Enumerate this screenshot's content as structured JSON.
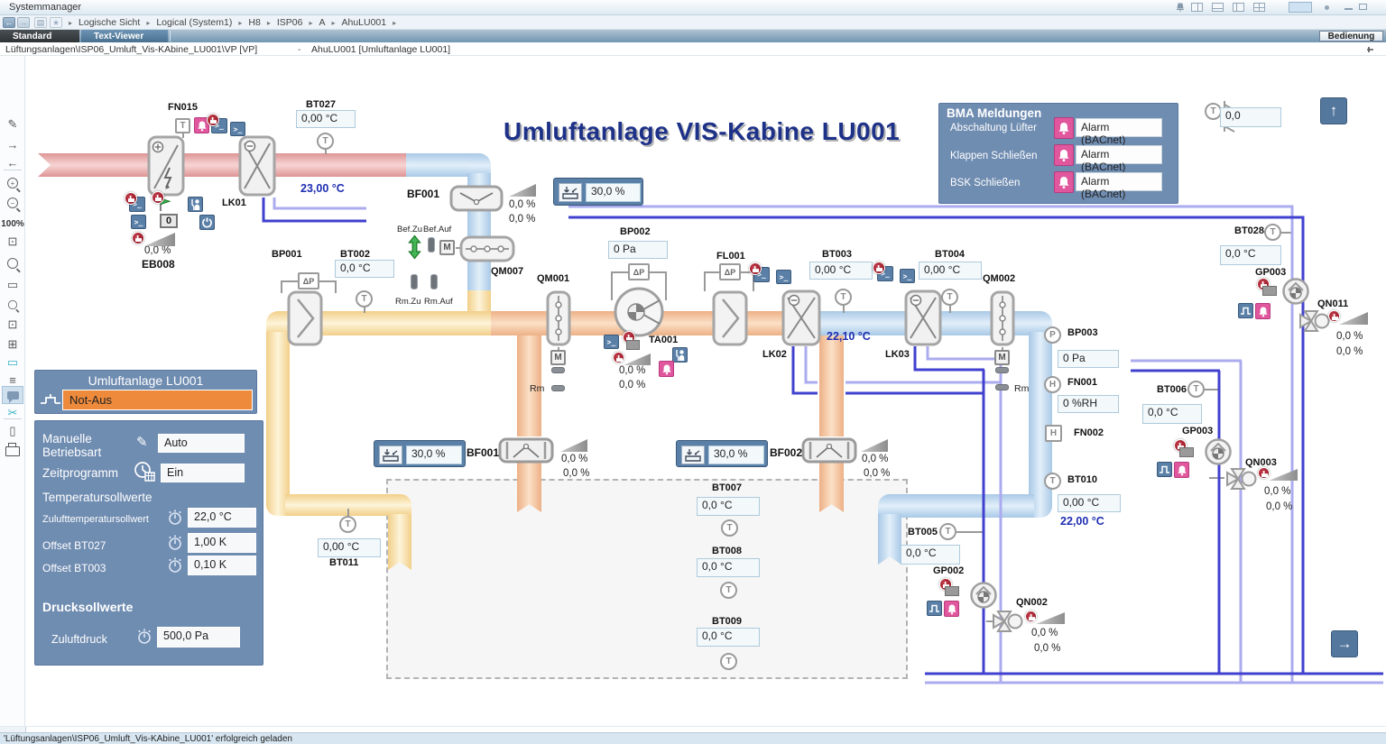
{
  "window": {
    "title": "Systemmanager",
    "bedienung": "Bedienung"
  },
  "tabs": {
    "standard": "Standard",
    "text_viewer": "Text-Viewer"
  },
  "breadcrumb": {
    "sep": "▸",
    "items": [
      "Logische Sicht",
      "Logical (System1)",
      "H8",
      "ISP06",
      "A",
      "AhuLU001"
    ]
  },
  "subheader": {
    "path": "Lüftungsanlagen\\ISP06_Umluft_Vis-KAbine_LU001\\VP [VP]",
    "sep": "-",
    "context": "AhuLU001 [Umluftanlage LU001]"
  },
  "statusbar": {
    "text": "'Lüftungsanlagen\\ISP06_Umluft_Vis-KAbine_LU001' erfolgreich geladen"
  },
  "toolbar": {
    "zoom": "100%"
  },
  "icons": {
    "pen": "✎",
    "arrow_right": "→",
    "arrow_left": "←",
    "plus": "+",
    "minus": "−",
    "center_box": "⊡",
    "lines": "≡",
    "grid": "⊞",
    "box": "▭",
    "page": "▯",
    "scissors": "✂",
    "star": "★",
    "sheet": "▤",
    "console": ">_",
    "up_arrow": "↑",
    "right_arrow": "→"
  },
  "diagram_title": "Umluftanlage VIS-Kabine LU001",
  "colors": {
    "accent_blue": "#5b80a8",
    "alarm_pink": "#e0579d",
    "notaus_orange": "#ee8a3c",
    "pipe_dark": "#4141cf",
    "pipe_light": "#ababef"
  },
  "bma": {
    "title": "BMA Meldungen",
    "rows": [
      {
        "label": "Abschaltung Lüfter",
        "value": "Alarm (BACnet)"
      },
      {
        "label": "Klappen Schließen",
        "value": "Alarm (BACnet)"
      },
      {
        "label": "BSK Schließen",
        "value": "Alarm (BACnet)"
      }
    ]
  },
  "plant_panel": {
    "title": "Umluftanlage LU001",
    "notaus": "Not-Aus"
  },
  "settings": {
    "betriebsart_label": "Manuelle Betriebsart",
    "betriebsart_value": "Auto",
    "zeit_label": "Zeitprogramm",
    "zeit_value": "Ein",
    "temp_heading": "Temperatursollwerte",
    "rows": [
      {
        "label": "Zulufttemperatursollwert",
        "value": "22,0 °C"
      },
      {
        "label": "Offset BT027",
        "value": "1,00 K"
      },
      {
        "label": "Offset BT003",
        "value": "0,10 K"
      }
    ],
    "druck_heading": "Drucksollwerte",
    "druck_label": "Zuluftdruck",
    "druck_value": "500,0 Pa"
  },
  "outdoor": {
    "value": "0,0"
  },
  "sp_top": "30,0 %",
  "letters": {
    "t": "T",
    "p": "P",
    "h": "H",
    "m": "M",
    "dp": "ΔP",
    "zero": "0"
  },
  "devices": {
    "fn015": {
      "label": "FN015"
    },
    "eb008": {
      "label": "EB008",
      "pct": "0,0 %"
    },
    "lk01": {
      "label": "LK01"
    },
    "bt027": {
      "label": "BT027",
      "value": "0,00 °C"
    },
    "temp_after_heater": "23,00 °C",
    "bf001_top": {
      "label": "BF001",
      "pct1": "0,0 %",
      "pct2": "0,0 %"
    },
    "qm007": {
      "label": "QM007",
      "bef_zu": "Bef.Zu",
      "bef_auf": "Bef.Auf",
      "rm_zu": "Rm.Zu",
      "rm_auf": "Rm.Auf"
    },
    "bp001": {
      "label": "BP001"
    },
    "bt002": {
      "label": "BT002",
      "value": "0,0 °C"
    },
    "bp002": {
      "label": "BP002",
      "value": "0 Pa"
    },
    "qm001": {
      "label": "QM001",
      "rm": "Rm"
    },
    "ta001": {
      "label": "TA001",
      "pct1": "0,0 %",
      "pct2": "0,0 %"
    },
    "fl001": {
      "label": "FL001"
    },
    "lk02": {
      "label": "LK02"
    },
    "bt003": {
      "label": "BT003",
      "value": "0,00 °C"
    },
    "temp_after_lk02": "22,10 °C",
    "bt004": {
      "label": "BT004",
      "value": "0,00 °C"
    },
    "lk03": {
      "label": "LK03"
    },
    "qm002": {
      "label": "QM002",
      "rm": "Rm"
    },
    "bt028": {
      "label": "BT028",
      "value": "0,0 °C"
    },
    "gp003a": {
      "label": "GP003"
    },
    "qn011": {
      "label": "QN011",
      "pct1": "0,0 %",
      "pct2": "0,0 %"
    },
    "bp003": {
      "label": "BP003",
      "value": "0 Pa"
    },
    "fn001": {
      "label": "FN001",
      "value": "0 %RH"
    },
    "fn002": {
      "label": "FN002"
    },
    "bt010": {
      "label": "BT010",
      "value": "0,00 °C"
    },
    "temp_extract": "22,00 °C",
    "bt006": {
      "label": "BT006",
      "value": "0,0 °C"
    },
    "gp003b": {
      "label": "GP003"
    },
    "qn003": {
      "label": "QN003",
      "pct1": "0,0 %",
      "pct2": "0,0 %"
    },
    "bt005": {
      "label": "BT005",
      "value": "0,0 °C"
    },
    "gp002": {
      "label": "GP002"
    },
    "qn002": {
      "label": "QN002",
      "pct1": "0,0 %",
      "pct2": "0,0 %"
    },
    "bf001b": {
      "label": "BF001",
      "sp": "30,0 %",
      "pct1": "0,0 %",
      "pct2": "0,0 %"
    },
    "bf002": {
      "label": "BF002",
      "sp": "30,0 %",
      "pct1": "0,0 %",
      "pct2": "0,0 %"
    },
    "bt007": {
      "label": "BT007",
      "value": "0,0 °C"
    },
    "bt008": {
      "label": "BT008",
      "value": "0,0 °C"
    },
    "bt009": {
      "label": "BT009",
      "value": "0,0 °C"
    },
    "bt011": {
      "label": "BT011",
      "value": "0,00 °C"
    }
  }
}
